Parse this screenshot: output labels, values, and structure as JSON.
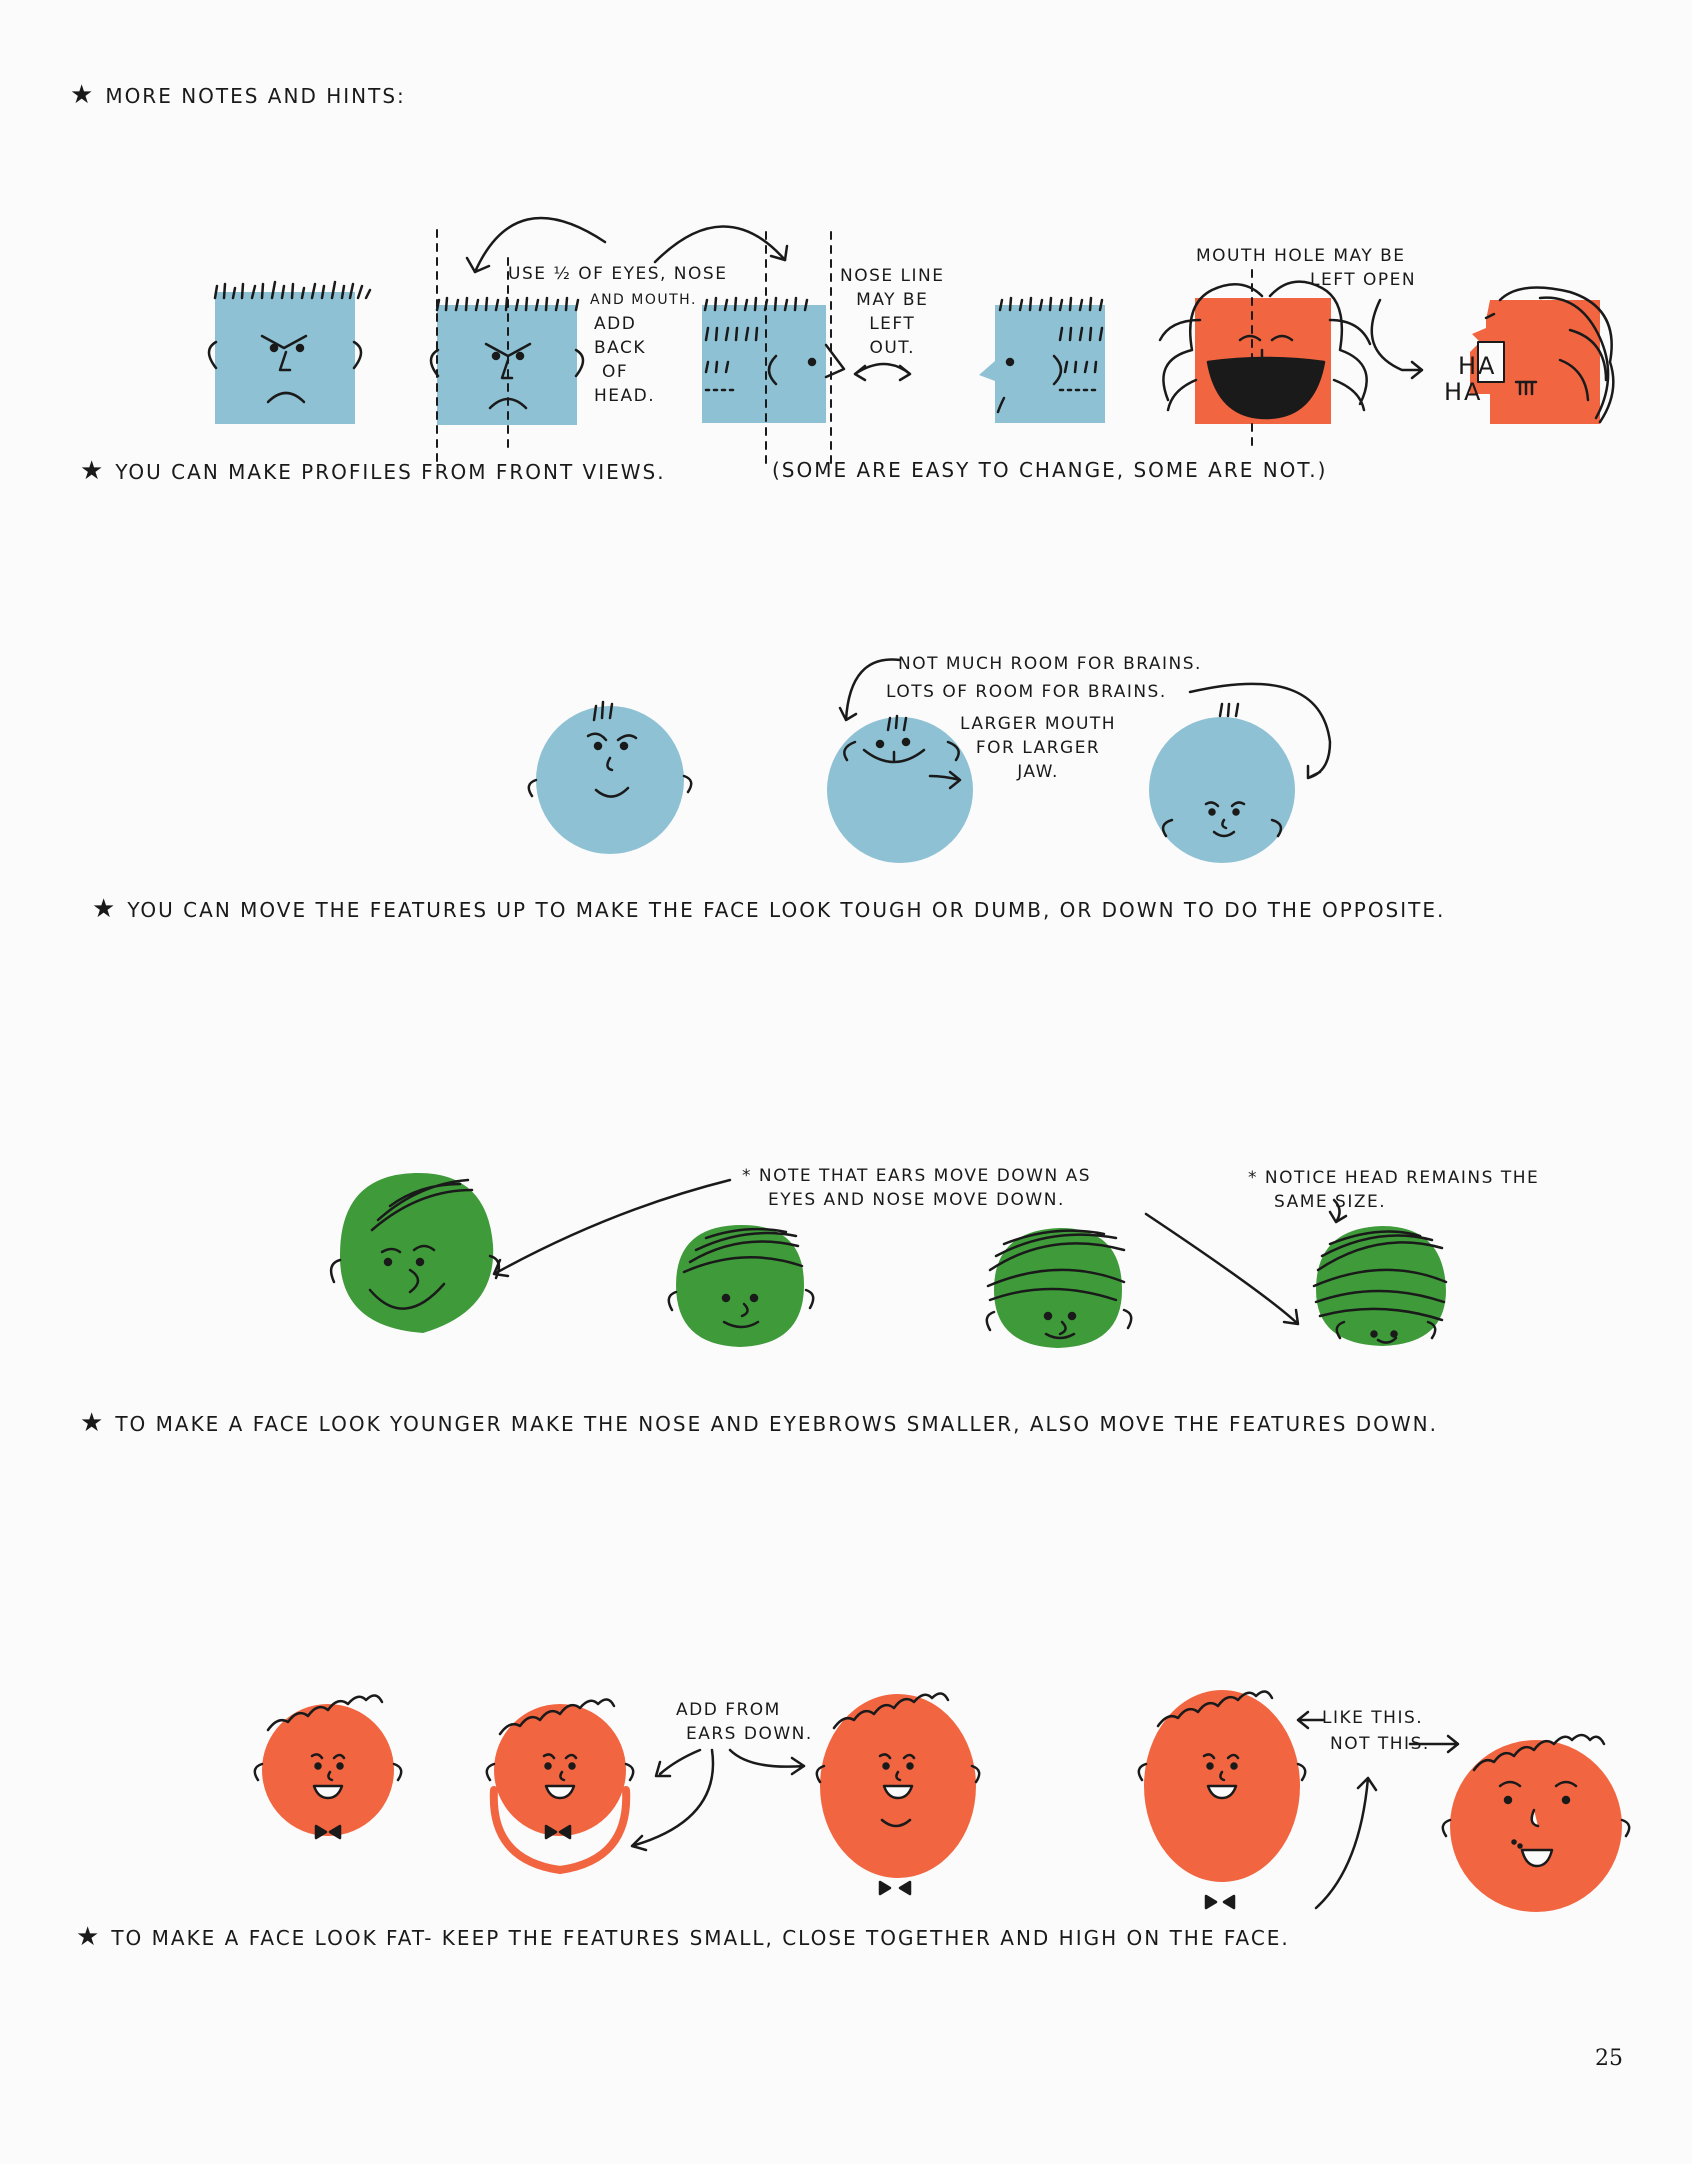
{
  "colors": {
    "blue": "#8ec1d4",
    "green": "#3f9a3a",
    "orange": "#f26541",
    "ink": "#1a1a1a"
  },
  "header": {
    "star": "★",
    "title": "MORE NOTES AND HINTS:"
  },
  "section1": {
    "note_half_a": "USE",
    "note_half_frac": "½",
    "note_half_b": "OF EYES, NOSE",
    "note_half_c": "AND MOUTH.",
    "note_back": [
      "ADD",
      "BACK",
      "OF",
      "HEAD."
    ],
    "note_nose": [
      "NOSE LINE",
      "MAY BE",
      "LEFT",
      "OUT."
    ],
    "note_mouth": [
      "MOUTH HOLE MAY BE",
      "LEFT OPEN"
    ],
    "laugh": [
      "HA",
      "HA"
    ],
    "caption": "YOU CAN MAKE PROFILES FROM FRONT VIEWS.",
    "caption_paren": "(SOME ARE EASY TO CHANGE, SOME ARE NOT.)"
  },
  "section2": {
    "note_brains_small": "NOT MUCH ROOM FOR BRAINS.",
    "note_brains_large": "LOTS OF ROOM FOR BRAINS.",
    "note_mouth": [
      "LARGER MOUTH",
      "FOR LARGER",
      "JAW."
    ],
    "caption": "YOU CAN MOVE THE FEATURES UP TO MAKE THE FACE LOOK TOUGH OR DUMB, OR DOWN TO DO THE OPPOSITE."
  },
  "section3": {
    "note_ears": [
      "* NOTE THAT EARS MOVE DOWN AS",
      "EYES AND NOSE MOVE DOWN."
    ],
    "note_head": [
      "* NOTICE HEAD REMAINS THE",
      "SAME SIZE."
    ],
    "caption": "TO MAKE A FACE LOOK YOUNGER MAKE THE NOSE AND EYEBROWS SMALLER, ALSO MOVE THE FEATURES DOWN."
  },
  "section4": {
    "note_add": [
      "ADD FROM",
      "EARS DOWN."
    ],
    "note_like": "LIKE THIS.",
    "note_not": "NOT THIS.",
    "caption": "TO MAKE A FACE LOOK FAT- KEEP THE FEATURES SMALL, CLOSE TOGETHER AND HIGH ON THE FACE."
  },
  "page_number": "25"
}
